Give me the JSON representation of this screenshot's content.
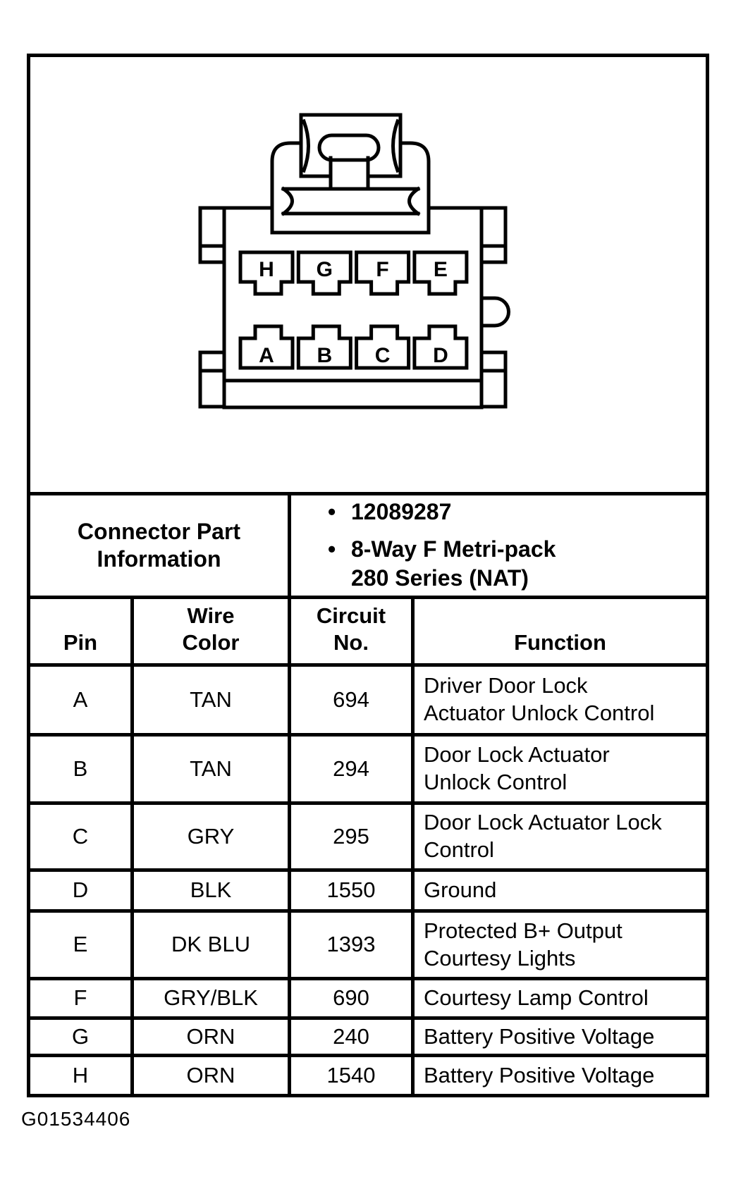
{
  "figure": {
    "top_row_pins": [
      "H",
      "G",
      "F",
      "E"
    ],
    "bottom_row_pins": [
      "A",
      "B",
      "C",
      "D"
    ]
  },
  "part_info": {
    "heading": "Connector Part Information",
    "bullet_char": "•",
    "items": [
      "12089287",
      "8-Way F Metri-pack\n280 Series (NAT)"
    ]
  },
  "pin_table": {
    "headers": {
      "pin": "Pin",
      "wire_color": "Wire\nColor",
      "circuit_no": "Circuit\nNo.",
      "function": "Function"
    },
    "rows": [
      {
        "pin": "A",
        "wire_color": "TAN",
        "circuit_no": "694",
        "function": "Driver Door Lock\nActuator Unlock Control"
      },
      {
        "pin": "B",
        "wire_color": "TAN",
        "circuit_no": "294",
        "function": "Door Lock Actuator\nUnlock Control"
      },
      {
        "pin": "C",
        "wire_color": "GRY",
        "circuit_no": "295",
        "function": "Door Lock Actuator Lock\nControl"
      },
      {
        "pin": "D",
        "wire_color": "BLK",
        "circuit_no": "1550",
        "function": "Ground"
      },
      {
        "pin": "E",
        "wire_color": "DK BLU",
        "circuit_no": "1393",
        "function": "Protected B+ Output\nCourtesy Lights"
      },
      {
        "pin": "F",
        "wire_color": "GRY/BLK",
        "circuit_no": "690",
        "function": "Courtesy Lamp Control"
      },
      {
        "pin": "G",
        "wire_color": "ORN",
        "circuit_no": "240",
        "function": "Battery Positive Voltage"
      },
      {
        "pin": "H",
        "wire_color": "ORN",
        "circuit_no": "1540",
        "function": "Battery Positive Voltage"
      }
    ]
  },
  "footer": {
    "figure_id": "G01534406"
  },
  "colors": {
    "ink": "#000000",
    "paper": "#ffffff"
  }
}
